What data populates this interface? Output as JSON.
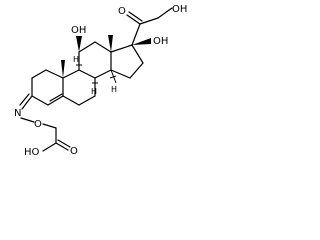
{
  "atom_labels": {
    "oh_c11": "OH",
    "oh_c17": "OH",
    "oh_c21": "OH",
    "o_ketone": "O",
    "h_c8": "H",
    "h_c9": "H",
    "h_c14": "H",
    "n_oxime": "N",
    "o_oxime": "O",
    "cooh": "HO",
    "cooh_o": "O"
  }
}
